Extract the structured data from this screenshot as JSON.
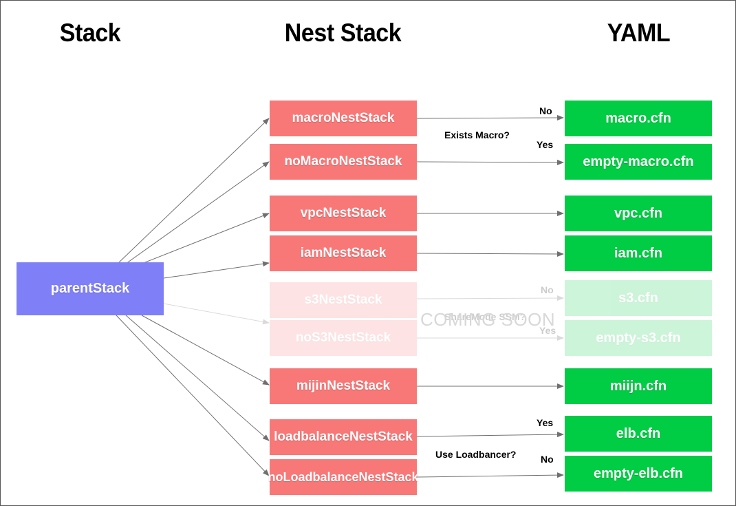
{
  "headers": {
    "stack": "Stack",
    "nest_stack": "Nest Stack",
    "yaml": "YAML"
  },
  "parent": {
    "label": "parentStack"
  },
  "nest_stacks": [
    {
      "id": "macro",
      "label": "macroNestStack"
    },
    {
      "id": "nomacro",
      "label": "noMacroNestStack"
    },
    {
      "id": "vpc",
      "label": "vpcNestStack"
    },
    {
      "id": "iam",
      "label": "iamNestStack"
    },
    {
      "id": "s3",
      "label": "s3NestStack",
      "faded": true
    },
    {
      "id": "nos3",
      "label": "noS3NestStack",
      "faded": true
    },
    {
      "id": "mijin",
      "label": "mijinNestStack"
    },
    {
      "id": "lb",
      "label": "loadbalanceNestStack"
    },
    {
      "id": "nolb",
      "label": "noLoadbalanceNestStack"
    }
  ],
  "yaml_files": [
    {
      "id": "macro",
      "label": "macro.cfn"
    },
    {
      "id": "emptymacro",
      "label": "empty-macro.cfn"
    },
    {
      "id": "vpc",
      "label": "vpc.cfn"
    },
    {
      "id": "iam",
      "label": "iam.cfn"
    },
    {
      "id": "s3",
      "label": "s3.cfn",
      "faded": true
    },
    {
      "id": "emptys3",
      "label": "empty-s3.cfn",
      "faded": true
    },
    {
      "id": "miijn",
      "label": "miijn.cfn"
    },
    {
      "id": "elb",
      "label": "elb.cfn"
    },
    {
      "id": "emptyelb",
      "label": "empty-elb.cfn"
    }
  ],
  "conditions": {
    "macro": {
      "question": "Exists Macro?",
      "no": "No",
      "yes": "Yes"
    },
    "s3": {
      "question": "ShareMode SSM?",
      "no": "No",
      "yes": "Yes"
    },
    "lb": {
      "question": "Use Loadbancer?",
      "yes": "Yes",
      "no": "No"
    }
  },
  "watermark": "COMING SOON",
  "colors": {
    "parent": "#7f7ff8",
    "nest": "#f87878",
    "yaml": "#00cc44",
    "arrow": "#707070"
  }
}
